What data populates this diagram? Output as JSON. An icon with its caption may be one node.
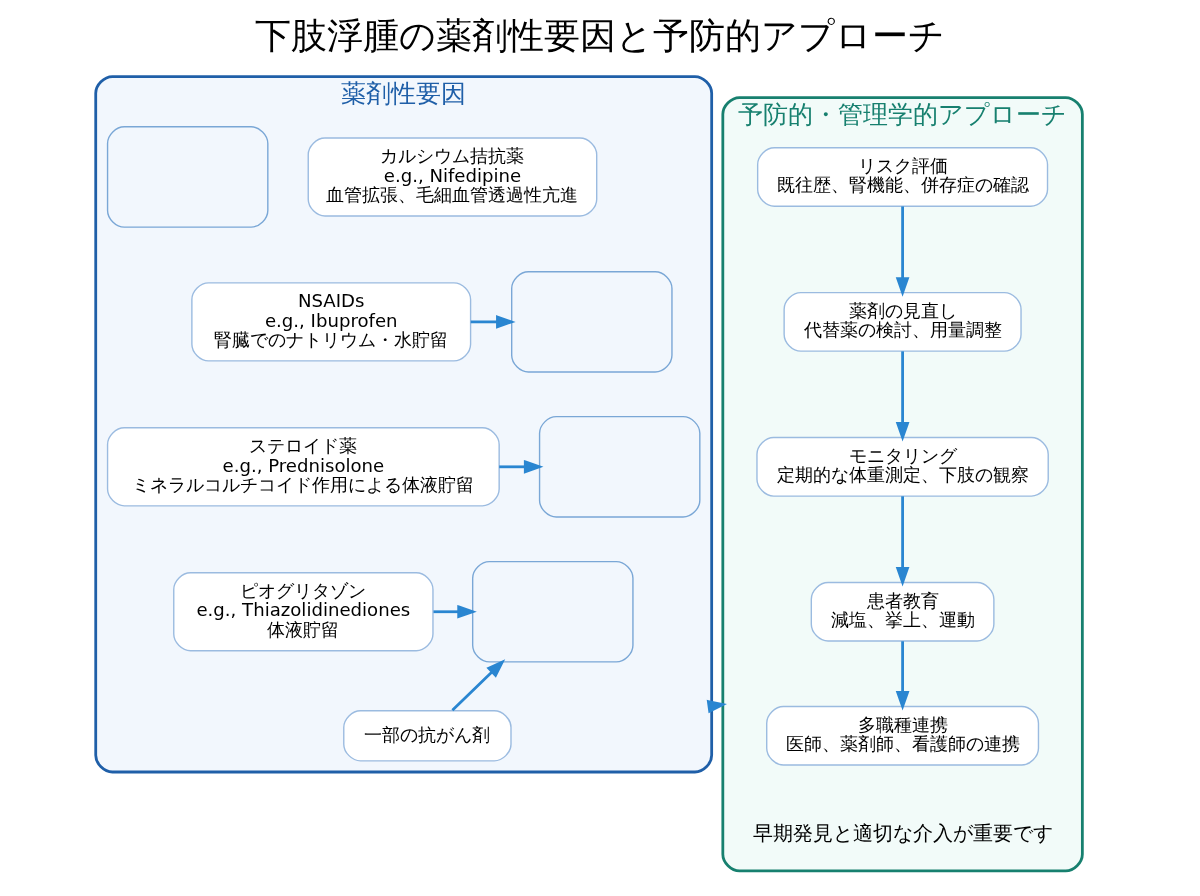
{
  "diagram": {
    "title": "下肢浮腫の薬剤性要因と予防的アプローチ",
    "nodes": [
      {
        "text": [
          "薬剤性要因"
        ]
      },
      {
        "text": [
          "カルシウム拮抗薬",
          "e.g., Nifedipine",
          "血管拡張、毛細血管透過性亢進"
        ],
        "in": 0
      },
      {
        "text": [
          "NSAIDs",
          "e.g., Ibuprofen",
          "腎臓でのナトリウム・水貯留"
        ],
        "in": 0
      },
      {
        "text": [
          "ステロイド薬",
          "e.g., Prednisolone",
          "ミネラルコルチコイド作用による体液貯留"
        ],
        "in": 0
      },
      {
        "text": [
          "ピオグリタゾン",
          "e.g., Thiazolidinediones",
          "体液貯留"
        ],
        "in": 0
      },
      {
        "text": [
          "一部の抗がん剤"
        ],
        "in": 0
      },
      {
        "text": [],
        "shape": "box",
        "in": 0
      },
      {
        "text": [],
        "shape": "box",
        "in": 0
      },
      {
        "text": [],
        "shape": "box",
        "in": 0
      },
      {
        "text": [],
        "shape": "box",
        "in": 0
      },
      {
        "text": [
          "予防的・管理学的アプローチ"
        ]
      },
      {
        "text": [
          "リスク評価",
          "既往歴、腎機能、併存症の確認"
        ],
        "in": 10
      },
      {
        "text": [
          "薬剤の見直し",
          "代替薬の検討、用量調整"
        ],
        "in": 10
      },
      {
        "text": [
          "モニタリング",
          "定期的な体重測定、下肢の観察"
        ],
        "in": 10
      },
      {
        "text": [
          "患者教育",
          "減塩、挙上、運動"
        ],
        "in": 10
      },
      {
        "text": [
          "多職種連携",
          "医師、薬剤師、看護師の連携"
        ],
        "in": 10
      }
    ],
    "edges": [
      {
        "from": 2,
        "to": 7,
        "arrow": "to"
      },
      {
        "from": 3,
        "to": 8,
        "arrow": "to"
      },
      {
        "from": 4,
        "to": 9,
        "arrow": "to"
      },
      {
        "from": 5,
        "to": 9,
        "arrow": "to"
      },
      {
        "from": 0,
        "to": 10,
        "arrow": "to"
      },
      {
        "from": 11,
        "to": 12,
        "arrow": "to"
      },
      {
        "from": 12,
        "to": 13,
        "arrow": "to"
      },
      {
        "from": 13,
        "to": 14,
        "arrow": "to"
      },
      {
        "from": 14,
        "to": 15,
        "arrow": "to"
      }
    ],
    "labels": [
      "早期発見と適切な介入が重要です"
    ]
  }
}
